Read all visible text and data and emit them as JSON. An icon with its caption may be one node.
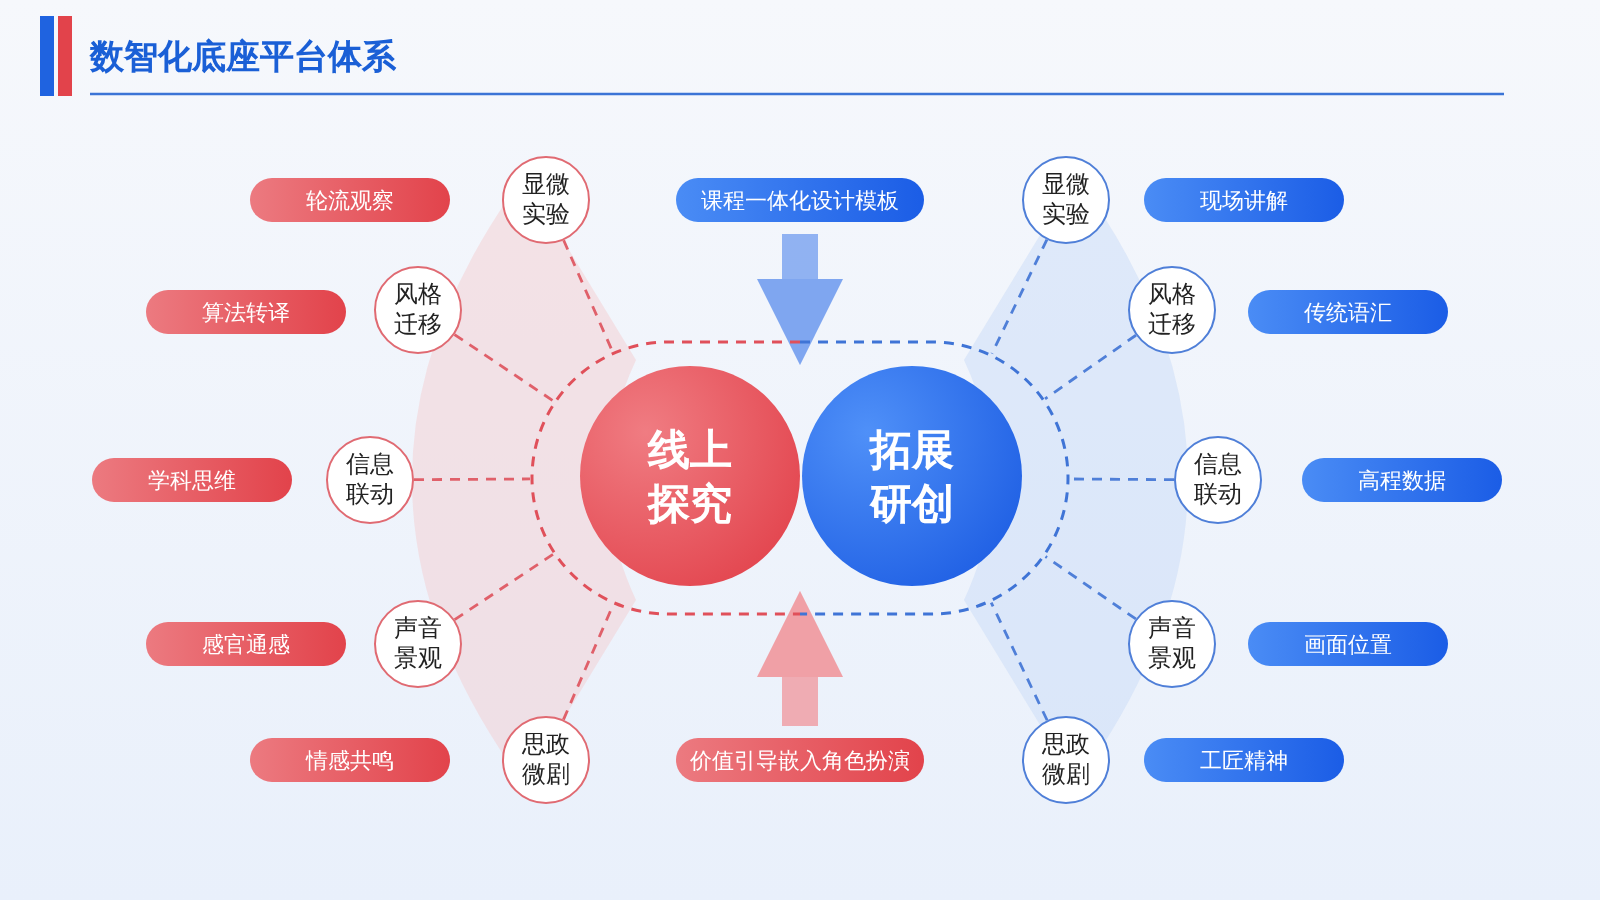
{
  "diagram": {
    "title": "数智化底座平台体系",
    "nodes": [
      {
        "text": [],
        "shape": "box"
      },
      {
        "text": [
          "线上探究"
        ],
        "in": 0
      },
      {
        "text": [
          "拓展研创"
        ],
        "in": 0
      },
      {
        "text": [
          "课程一体化设计模板"
        ]
      },
      {
        "text": [
          "价值引导嵌入角色扮演"
        ]
      },
      {
        "text": [
          "显微实验"
        ]
      },
      {
        "text": [
          "风格迁移"
        ]
      },
      {
        "text": [
          "信息联动"
        ]
      },
      {
        "text": [
          "声音景观"
        ]
      },
      {
        "text": [
          "思政微剧"
        ]
      },
      {
        "text": [
          "轮流观察"
        ]
      },
      {
        "text": [
          "算法转译"
        ]
      },
      {
        "text": [
          "学科思维"
        ]
      },
      {
        "text": [
          "感官通感"
        ]
      },
      {
        "text": [
          "情感共鸣"
        ]
      },
      {
        "text": [
          "显微实验"
        ]
      },
      {
        "text": [
          "风格迁移"
        ]
      },
      {
        "text": [
          "信息联动"
        ]
      },
      {
        "text": [
          "声音景观"
        ]
      },
      {
        "text": [
          "思政微剧"
        ]
      },
      {
        "text": [
          "现场讲解"
        ]
      },
      {
        "text": [
          "传统语汇"
        ]
      },
      {
        "text": [
          "高程数据"
        ]
      },
      {
        "text": [
          "画面位置"
        ]
      },
      {
        "text": [
          "工匠精神"
        ]
      }
    ],
    "edges": [
      {
        "from": 3,
        "to": 0,
        "arrow": "to",
        "style": "thick",
        "color": "#7fa6f0"
      },
      {
        "from": 4,
        "to": 0,
        "arrow": "to",
        "style": "thick",
        "color": "#f0a0a6"
      },
      {
        "from": 5,
        "to": 0,
        "arrow": "none",
        "style": "dashed",
        "color": "#e0606a"
      },
      {
        "from": 6,
        "to": 0,
        "arrow": "none",
        "style": "dashed",
        "color": "#e0606a"
      },
      {
        "from": 7,
        "to": 0,
        "arrow": "none",
        "style": "dashed",
        "color": "#e0606a"
      },
      {
        "from": 8,
        "to": 0,
        "arrow": "none",
        "style": "dashed",
        "color": "#e0606a"
      },
      {
        "from": 9,
        "to": 0,
        "arrow": "none",
        "style": "dashed",
        "color": "#e0606a"
      },
      {
        "from": 15,
        "to": 0,
        "arrow": "none",
        "style": "dashed",
        "color": "#4f7fd8"
      },
      {
        "from": 16,
        "to": 0,
        "arrow": "none",
        "style": "dashed",
        "color": "#4f7fd8"
      },
      {
        "from": 17,
        "to": 0,
        "arrow": "none",
        "style": "dashed",
        "color": "#4f7fd8"
      },
      {
        "from": 18,
        "to": 0,
        "arrow": "none",
        "style": "dashed",
        "color": "#4f7fd8"
      },
      {
        "from": 19,
        "to": 0,
        "arrow": "none",
        "style": "dashed",
        "color": "#4f7fd8"
      }
    ]
  }
}
